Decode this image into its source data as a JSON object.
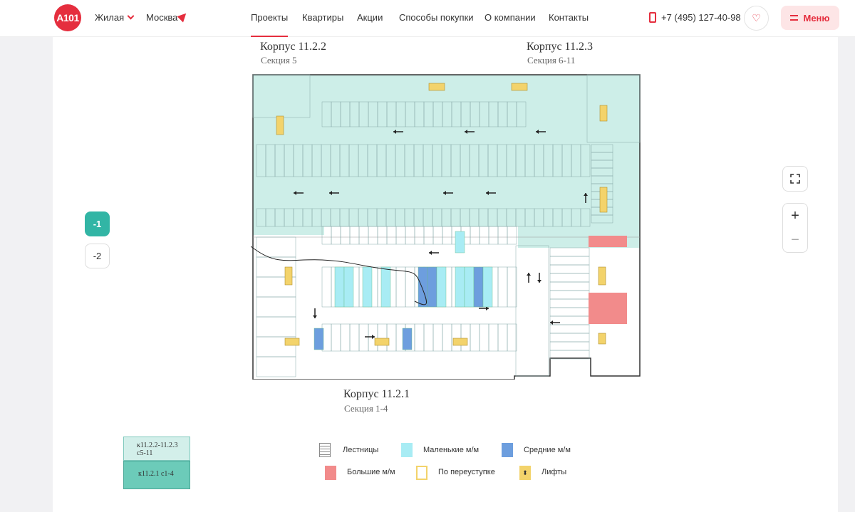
{
  "header": {
    "logo": "A101",
    "type_filter": "Жилая",
    "city": "Москва",
    "nav": [
      "Проекты",
      "Квартиры",
      "Акции",
      "Способы покупки",
      "О компании",
      "Контакты"
    ],
    "phone": "+7 (495) 127-40-98",
    "menu_label": "Меню"
  },
  "plan": {
    "buildings": [
      {
        "title": "Корпус 11.2.2",
        "sections": "Секция 5"
      },
      {
        "title": "Корпус 11.2.3",
        "sections": "Секция 6-11"
      },
      {
        "title": "Корпус 11.2.1",
        "sections": "Секция 1-4"
      }
    ]
  },
  "floors": {
    "active": "-1",
    "other": "-2"
  },
  "zoom": {
    "in": "+",
    "out": "−"
  },
  "minimap": {
    "top_label": "к11.2.2-11.2.3 с5-11",
    "bottom_label": "к11.2.1 с1-4"
  },
  "legend": [
    {
      "label": "Лестницы",
      "color": "#ffffff"
    },
    {
      "label": "Маленькие м/м",
      "color": "#a8ecf4"
    },
    {
      "label": "Средние м/м",
      "color": "#6d9ede"
    },
    {
      "label": "Большие м/м",
      "color": "#f28b8b"
    },
    {
      "label": "По переуступке",
      "color": "#ffffff"
    },
    {
      "label": "Лифты",
      "color": "#f3d36b"
    }
  ],
  "colors": {
    "brand": "#e52e3e",
    "accent": "#32b5a5",
    "zone": "#cdeee8"
  }
}
